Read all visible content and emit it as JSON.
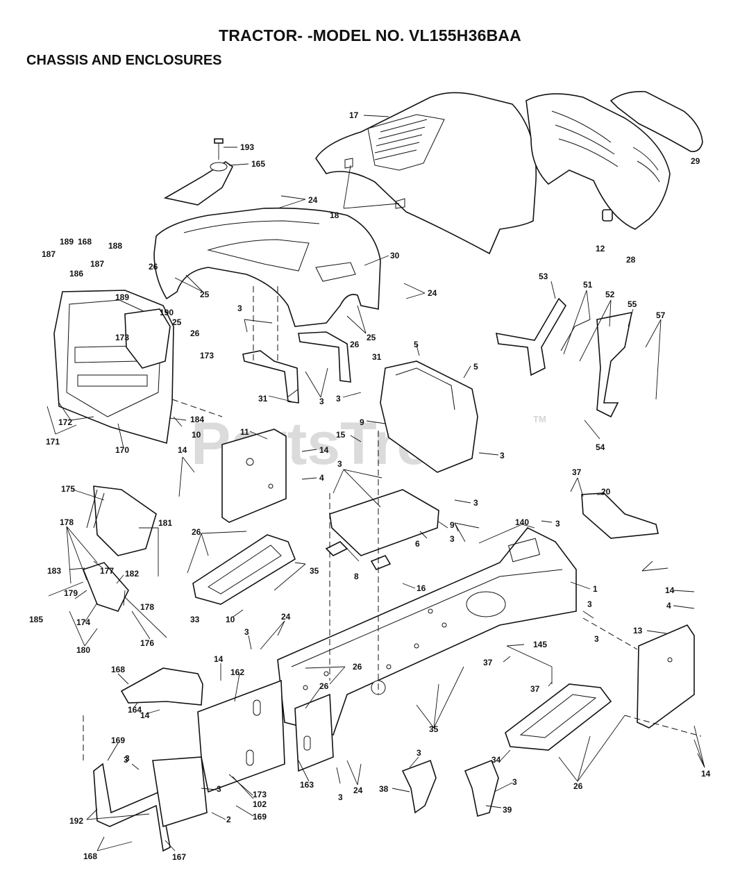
{
  "header": {
    "title": "TRACTOR- -MODEL NO. VL155H36BAA",
    "section": "CHASSIS AND ENCLOSURES"
  },
  "watermark": {
    "text": "PartsTree",
    "tm": "TM"
  },
  "callouts": [
    "193",
    "17",
    "165",
    "24",
    "18",
    "29",
    "12",
    "28",
    "30",
    "189",
    "168",
    "188",
    "187",
    "186",
    "187",
    "189",
    "26",
    "25",
    "24",
    "53",
    "51",
    "52",
    "55",
    "57",
    "190",
    "25",
    "26",
    "173",
    "3",
    "26",
    "25",
    "5",
    "5",
    "31",
    "173",
    "3",
    "31",
    "3",
    "9",
    "3",
    "172",
    "184",
    "171",
    "10",
    "11",
    "15",
    "54",
    "170",
    "14",
    "14",
    "4",
    "37",
    "20",
    "175",
    "3",
    "3",
    "178",
    "181",
    "26",
    "140",
    "3",
    "9",
    "6",
    "3",
    "1",
    "183",
    "177",
    "182",
    "35",
    "8",
    "16",
    "185",
    "179",
    "178",
    "174",
    "33",
    "10",
    "3",
    "14",
    "180",
    "176",
    "24",
    "3",
    "4",
    "13",
    "3",
    "26",
    "14",
    "145",
    "37",
    "168",
    "162",
    "26",
    "37",
    "164",
    "35",
    "14",
    "34",
    "169",
    "3",
    "173",
    "163",
    "3",
    "24",
    "26",
    "14",
    "102",
    "3",
    "38",
    "39",
    "192",
    "2",
    "169",
    "168",
    "167",
    "3",
    "3",
    "3"
  ],
  "colors": {
    "ink": "#111111",
    "paper": "#ffffff",
    "watermark": "#d0d0d0"
  }
}
